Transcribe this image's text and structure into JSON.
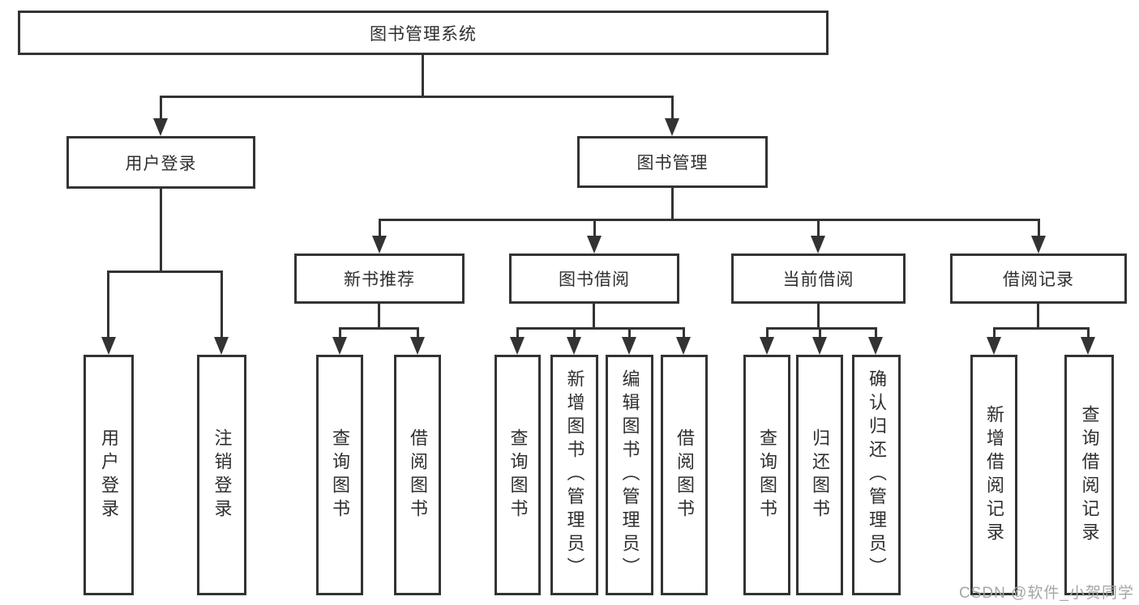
{
  "tree": {
    "root": {
      "label": "图书管理系统",
      "children": [
        {
          "label": "用户登录",
          "children": [
            {
              "label": "用户登录"
            },
            {
              "label": "注销登录"
            }
          ]
        },
        {
          "label": "图书管理",
          "children": [
            {
              "label": "新书推荐",
              "children": [
                {
                  "label": "查询图书"
                },
                {
                  "label": "借阅图书"
                }
              ]
            },
            {
              "label": "图书借阅",
              "children": [
                {
                  "label": "查询图书"
                },
                {
                  "label": "新增图书（管理员）"
                },
                {
                  "label": "编辑图书（管理员）"
                },
                {
                  "label": "借阅图书"
                }
              ]
            },
            {
              "label": "当前借阅",
              "children": [
                {
                  "label": "查询图书"
                },
                {
                  "label": "归还图书"
                },
                {
                  "label": "确认归还（管理员）"
                }
              ]
            },
            {
              "label": "借阅记录",
              "children": [
                {
                  "label": "新增借阅记录"
                },
                {
                  "label": "查询借阅记录"
                }
              ]
            }
          ]
        }
      ]
    }
  },
  "watermark": {
    "text": "CSDN @软件_小贺同学"
  },
  "colors": {
    "line": "#333333",
    "box_border": "#333333",
    "text": "#2f2f2f",
    "watermark": "#a6a6a6",
    "background": "#ffffff"
  }
}
